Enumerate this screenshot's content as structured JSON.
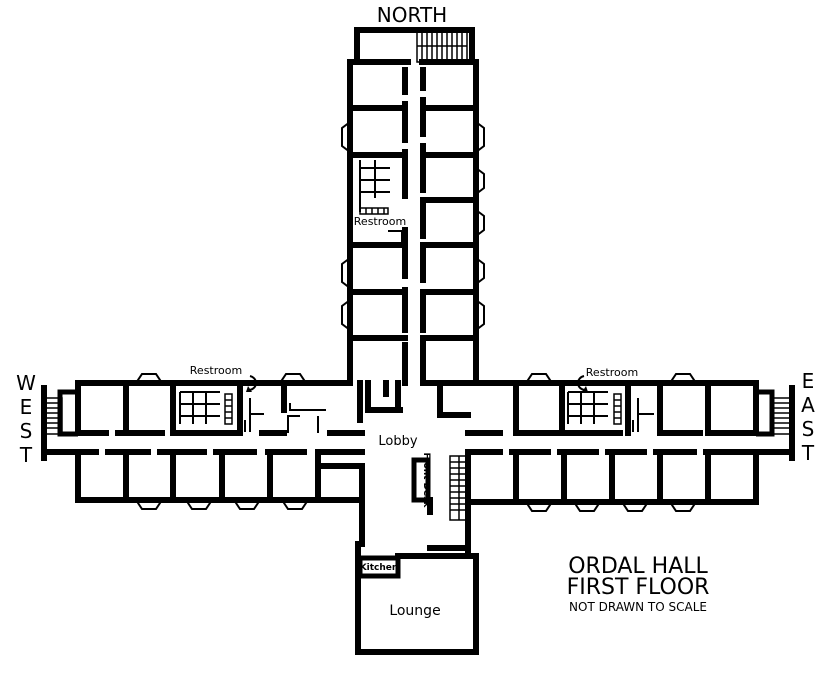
{
  "compass": {
    "north": "NORTH",
    "west": [
      "W",
      "E",
      "S",
      "T"
    ],
    "east": [
      "E",
      "A",
      "S",
      "T"
    ]
  },
  "rooms": {
    "restroom_north": "Restroom",
    "restroom_west": "Restroom",
    "restroom_east": "Restroom",
    "lobby": "Lobby",
    "front_desk": "Front Desk",
    "kitchen": "Kitchen",
    "lounge": "Lounge"
  },
  "title": {
    "line1": "ORDAL HALL",
    "line2": "FIRST FLOOR",
    "line3": "NOT DRAWN TO SCALE"
  }
}
